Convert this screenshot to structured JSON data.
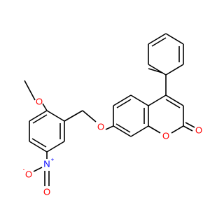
{
  "molecule": {
    "atoms": {
      "o_methoxy": {
        "symbol": "O",
        "color": "#ff0000"
      },
      "o_ether": {
        "symbol": "O",
        "color": "#ff0000"
      },
      "o_ring": {
        "symbol": "O",
        "color": "#ff0000"
      },
      "o_carbonyl": {
        "symbol": "O",
        "color": "#ff0000"
      },
      "n_nitro": {
        "symbol": "N",
        "charge": "+",
        "color": "#0000ff"
      },
      "o_nitro_minus": {
        "symbol": "O",
        "charge": "-",
        "color": "#ff0000"
      },
      "o_nitro_dbl": {
        "symbol": "O",
        "color": "#ff0000"
      }
    },
    "bond_color": "#000000"
  }
}
